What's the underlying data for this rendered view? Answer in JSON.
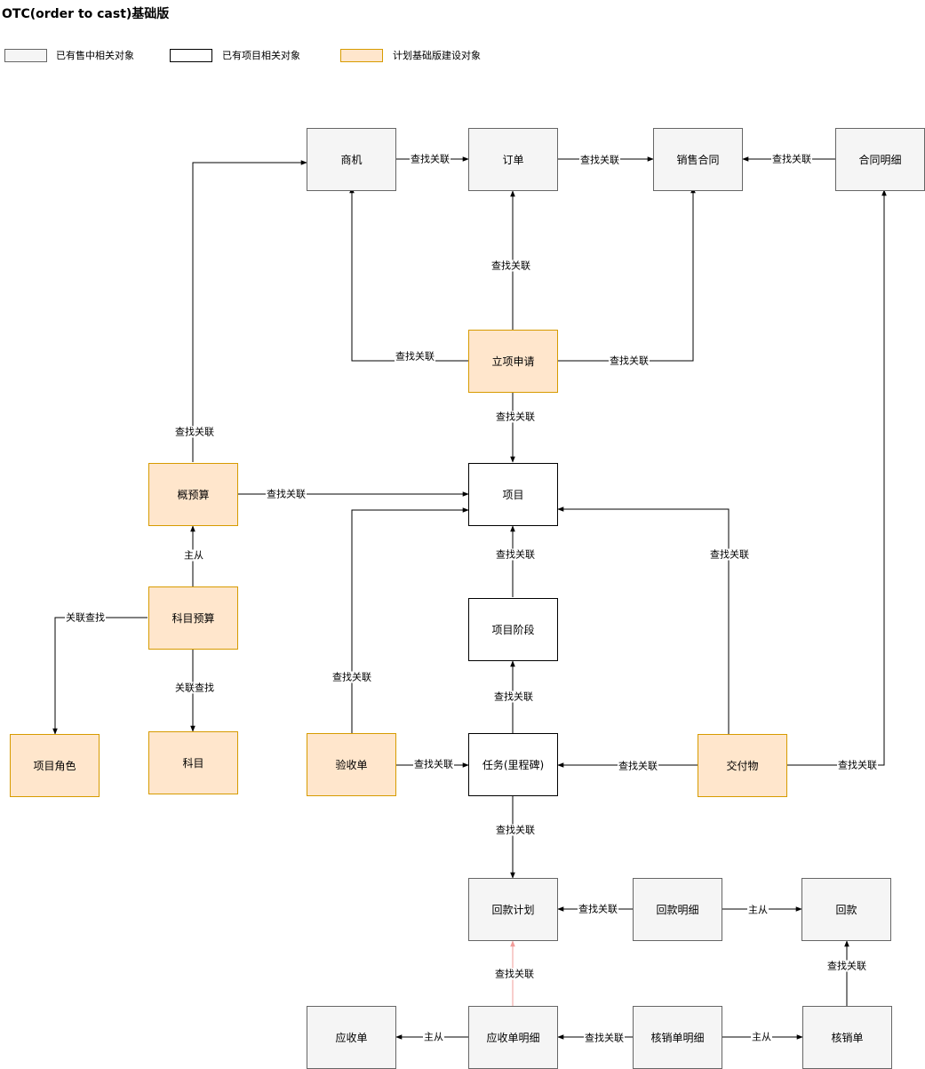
{
  "title": "OTC(order to cast)基础版",
  "legend": {
    "existing_sales": "已有售中相关对象",
    "existing_project": "已有项目相关对象",
    "planned": "计划基础版建设对象"
  },
  "colors": {
    "sales_fill": "#f5f5f5",
    "sales_border": "#666666",
    "project_fill": "#ffffff",
    "project_border": "#000000",
    "planned_fill": "#ffe6cc",
    "planned_border": "#d79b00",
    "edge": "#000000",
    "highlight_edge": "#f19c99"
  },
  "nodes": {
    "opportunity": "商机",
    "order": "订单",
    "sales_contract": "销售合同",
    "contract_detail": "合同明细",
    "project_initiation": "立项申请",
    "project": "项目",
    "rough_budget": "概预算",
    "subject_budget": "科目预算",
    "project_role": "项目角色",
    "subject": "科目",
    "project_phase": "项目阶段",
    "acceptance": "验收单",
    "task": "任务(里程碑)",
    "deliverable": "交付物",
    "payment_plan": "回款计划",
    "payment_detail": "回款明细",
    "payment": "回款",
    "receivable": "应收单",
    "receivable_detail": "应收单明细",
    "writeoff_detail": "核销单明细",
    "writeoff": "核销单"
  },
  "edges": {
    "opportunity_order": "查找关联",
    "order_contract": "查找关联",
    "detail_contract": "查找关联",
    "init_order": "查找关联",
    "init_opportunity": "查找关联",
    "init_contract": "查找关联",
    "init_project": "查找关联",
    "budget_opportunity": "查找关联",
    "budget_project": "查找关联",
    "subject_budget_budget": "主从",
    "subject_budget_role": "关联查找",
    "subject_budget_subject": "关联查找",
    "phase_project": "查找关联",
    "task_phase": "查找关联",
    "acceptance_project": "查找关联",
    "acceptance_task": "查找关联",
    "deliverable_project": "查找关联",
    "deliverable_task": "查找关联",
    "deliverable_detail": "查找关联",
    "task_payment_plan": "查找关联",
    "payment_detail_plan": "查找关联",
    "payment_detail_payment": "主从",
    "receivable_detail_plan": "查找关联",
    "receivable_detail_receivable": "主从",
    "writeoff_detail_receivable_detail": "查找关联",
    "writeoff_detail_writeoff": "主从",
    "writeoff_payment": "查找关联"
  }
}
